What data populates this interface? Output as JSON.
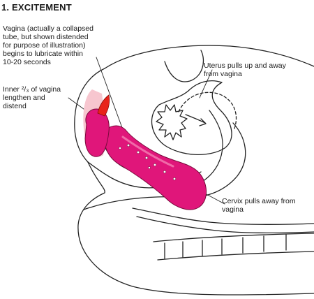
{
  "title": "1. EXCITEMENT",
  "labels": {
    "vagina_lubricate": [
      "Vagina (actually a collapsed",
      "tube, but shown distended",
      "for purpose of illustration)",
      "begins to lubricate within",
      "10-20 seconds"
    ],
    "inner_two_thirds": [
      "Inner ²/₃ of vagina",
      "lengthen and",
      "distend"
    ],
    "uterus_pulls": [
      "Uterus pulls up and away",
      "from vagina"
    ],
    "cervix_pulls": [
      "Cervix pulls away from",
      "vagina"
    ]
  },
  "colors": {
    "magenta": "#e0167a",
    "magenta_light": "#f06aa8",
    "skin_blush": "#f7c6cf",
    "red_tip": "#e8231a",
    "outline": "#222222"
  }
}
